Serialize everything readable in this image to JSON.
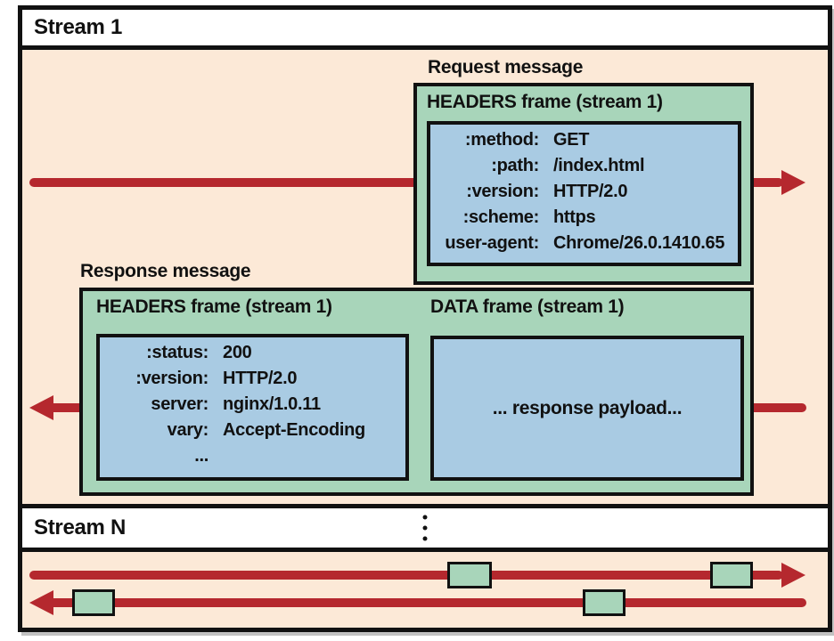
{
  "stream1": {
    "title": "Stream 1"
  },
  "streamN": {
    "title": "Stream N"
  },
  "request": {
    "label": "Request message",
    "frame_title": "HEADERS frame (stream 1)",
    "headers": [
      {
        "key": ":method:",
        "value": "GET"
      },
      {
        "key": ":path:",
        "value": "/index.html"
      },
      {
        "key": ":version:",
        "value": "HTTP/2.0"
      },
      {
        "key": ":scheme:",
        "value": "https"
      },
      {
        "key": "user-agent:",
        "value": "Chrome/26.0.1410.65"
      }
    ]
  },
  "response": {
    "label": "Response message",
    "headers_frame_title": "HEADERS frame (stream 1)",
    "data_frame_title": "DATA frame (stream 1)",
    "headers": [
      {
        "key": ":status:",
        "value": "200"
      },
      {
        "key": ":version:",
        "value": "HTTP/2.0"
      },
      {
        "key": "server:",
        "value": "nginx/1.0.11"
      },
      {
        "key": "vary:",
        "value": "Accept-Encoding"
      },
      {
        "key": "...",
        "value": ""
      }
    ],
    "payload": "... response payload..."
  },
  "continuation_dots": "vertical-ellipsis",
  "colors": {
    "peach": "#fce9d7",
    "green": "#a8d5ba",
    "blue": "#a9cbe3",
    "red": "#b5282e",
    "ink": "#111111"
  }
}
